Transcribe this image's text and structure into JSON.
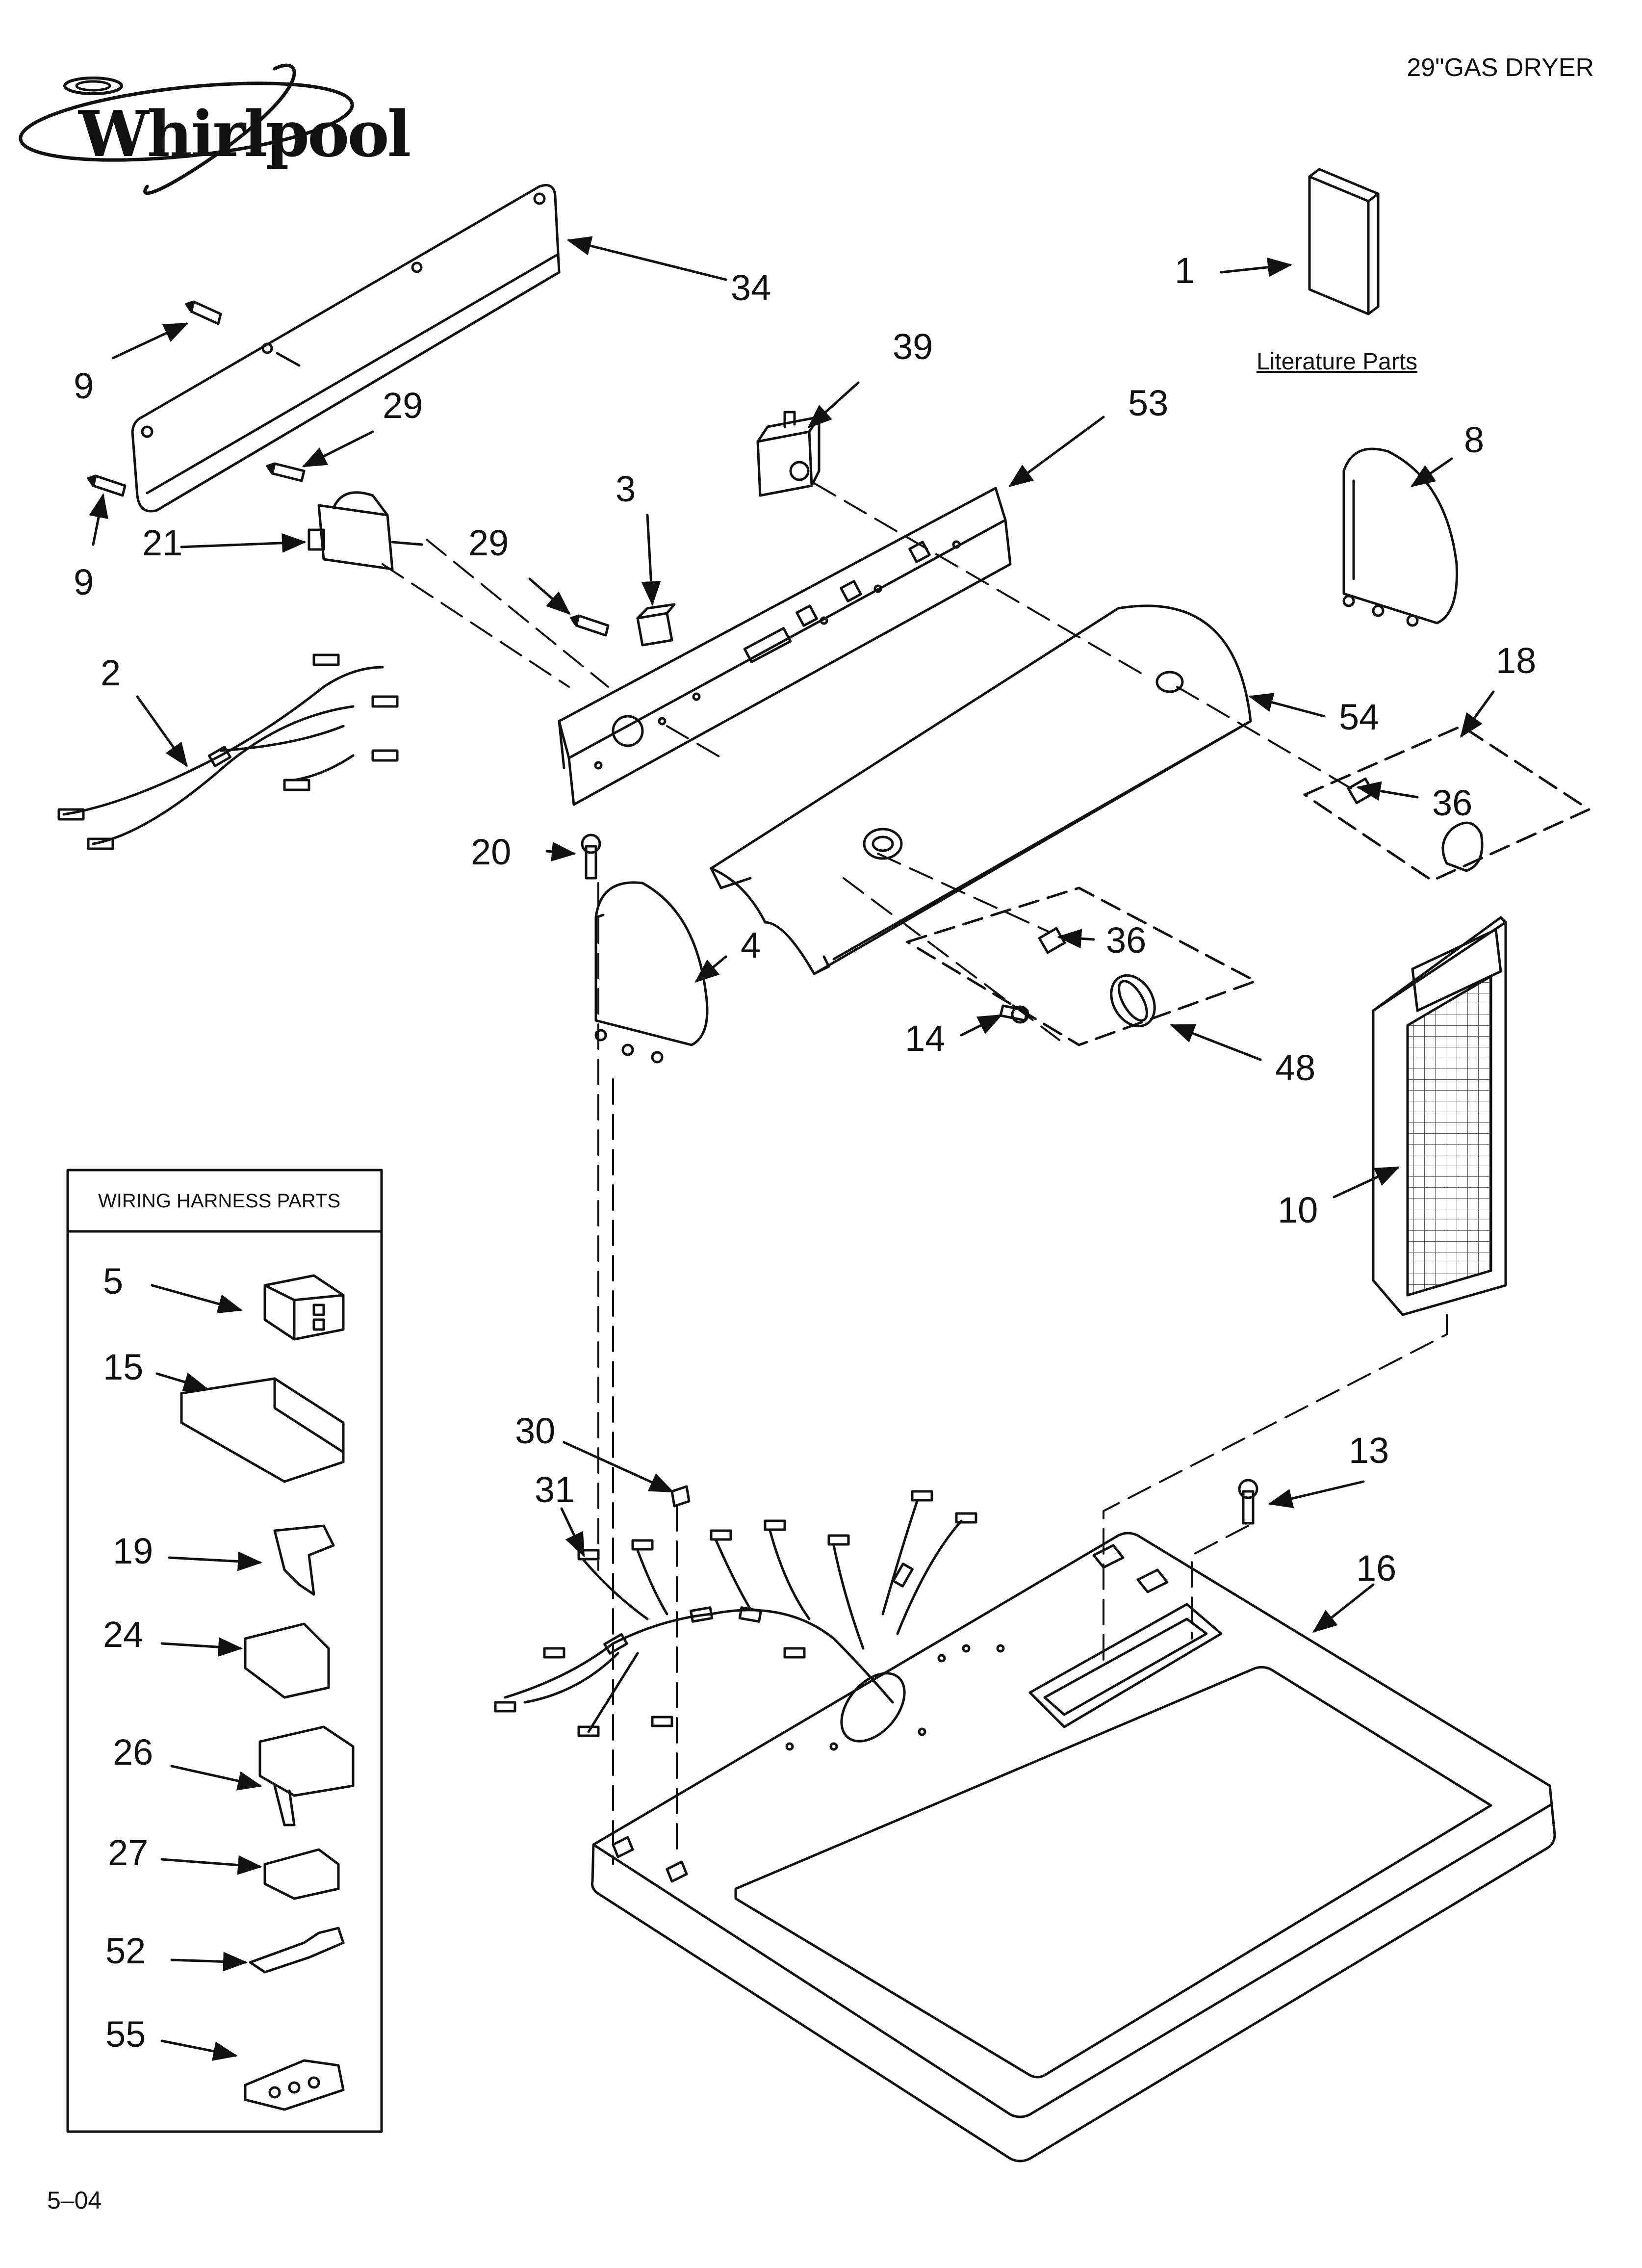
{
  "header": {
    "title": "29\"GAS DRYER"
  },
  "brand": {
    "logo_text": "Whirlpool"
  },
  "literature": {
    "label": "Literature Parts"
  },
  "wiring_box": {
    "title": "WIRING HARNESS PARTS"
  },
  "footer": {
    "code": "5–04"
  },
  "callouts": {
    "c1": "1",
    "c2": "2",
    "c3": "3",
    "c4": "4",
    "c5": "5",
    "c8": "8",
    "c9a": "9",
    "c9b": "9",
    "c10": "10",
    "c13": "13",
    "c14": "14",
    "c15": "15",
    "c16": "16",
    "c18": "18",
    "c19": "19",
    "c20": "20",
    "c21": "21",
    "c24": "24",
    "c26": "26",
    "c27": "27",
    "c29a": "29",
    "c29b": "29",
    "c30": "30",
    "c31": "31",
    "c34": "34",
    "c36a": "36",
    "c36b": "36",
    "c39": "39",
    "c48": "48",
    "c52": "52",
    "c53": "53",
    "c54": "54",
    "c55": "55"
  },
  "colors": {
    "line": "#111111",
    "background": "#ffffff"
  }
}
